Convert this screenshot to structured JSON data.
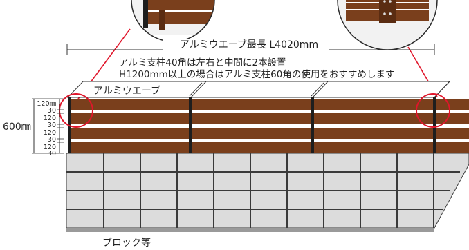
{
  "dimension": {
    "length_label": "アルミウエーブ最長 L4020mm",
    "height_label": "600㎜"
  },
  "notes": {
    "line1": "アルミ支柱40角は左右と中間に2本設置",
    "line2": "H1200mm以上の場合はアルミ支柱60角の使用をおすすめします"
  },
  "labels": {
    "aluminum_wave": "アルミウエーブ",
    "block": "ブロック等"
  },
  "slat_spec": [
    "120㎜",
    "30",
    "120",
    "30",
    "120",
    "30",
    "120",
    "30"
  ],
  "colors": {
    "wood": "#7a3f1c",
    "wood_dark": "#5a2c12",
    "block": "#dcdcdc",
    "block_line": "#3a3a3a",
    "callout": "#e0162b"
  }
}
